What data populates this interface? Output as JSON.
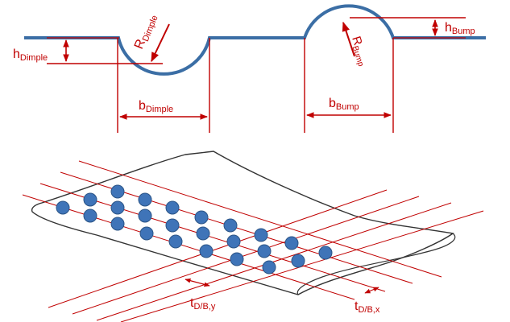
{
  "colors": {
    "surface": "#3b6ea5",
    "dimension": "#c00000",
    "dimple_fill": "#3f74b8",
    "dimple_stroke": "#2b5486",
    "outline": "#333333"
  },
  "profile": {
    "h_dimple": {
      "main": "h",
      "sub": "Dimple"
    },
    "r_dimple": {
      "main": "R",
      "sub": "Dimple"
    },
    "b_dimple": {
      "main": "b",
      "sub": "Dimple"
    },
    "b_bump": {
      "main": "b",
      "sub": "Bump"
    },
    "r_bump": {
      "main": "R",
      "sub": "Bump"
    },
    "h_bump": {
      "main": "h",
      "sub": "Bump"
    }
  },
  "plate": {
    "t_y": {
      "main": "t",
      "sub": "D/B,y"
    },
    "t_x": {
      "main": "t",
      "sub": "D/B,x"
    }
  }
}
